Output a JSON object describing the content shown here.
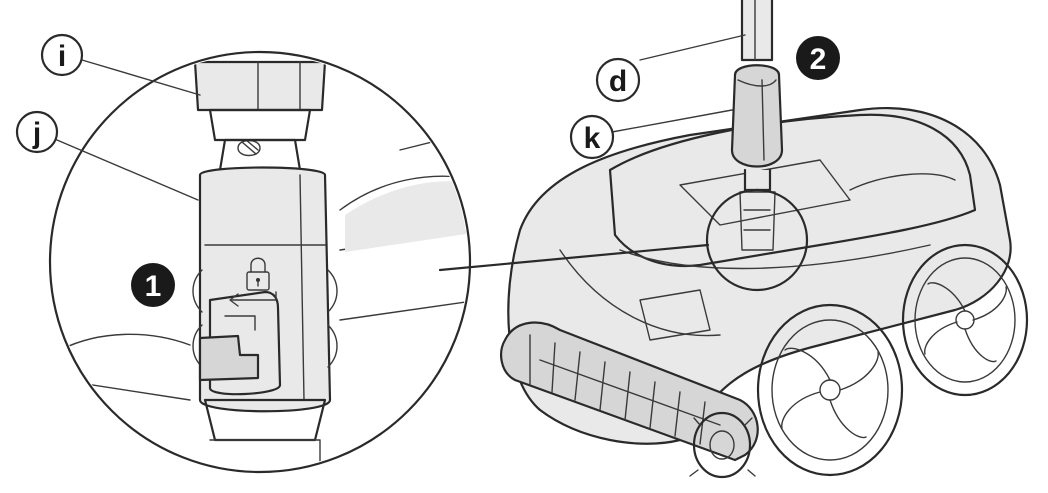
{
  "callouts": {
    "i": "i",
    "j": "j",
    "d": "d",
    "k": "k"
  },
  "steps": {
    "step1": "1",
    "step2": "2"
  },
  "colors": {
    "line": "#2a2a2a",
    "badge": "#1a1a1a",
    "background": "#ffffff"
  },
  "icons": {
    "lock": "padlock-icon",
    "arrow": "left-arrow-icon"
  }
}
